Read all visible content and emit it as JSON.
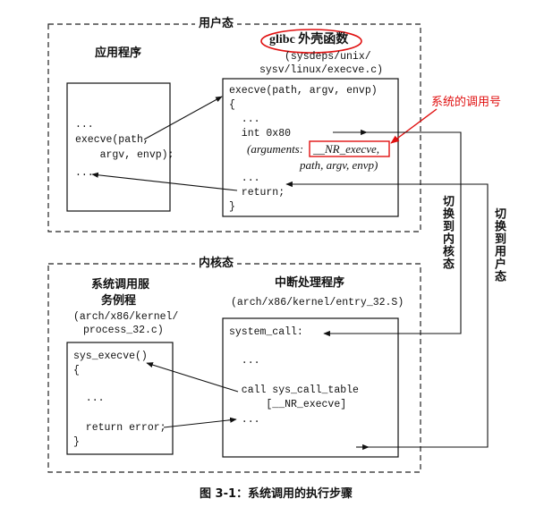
{
  "user_space": {
    "title": "用户态",
    "app_label": "应用程序",
    "glibc_label": "glibc 外壳函数",
    "glibc_path": [
      "(sysdeps/unix/",
      "sysv/linux/execve.c)"
    ],
    "app_code": [
      "...",
      "execve(path,",
      "    argv, envp);",
      "..."
    ],
    "wrapper_code": {
      "l1": "execve(path, argv, envp)",
      "l2": "{",
      "l3": "  ...",
      "l4": "  int 0x80",
      "l5a": "(arguments: ",
      "l5b": "__NR_execve,",
      "l6": "path, argv, envp)",
      "l7": "  ...",
      "l8": "  return;",
      "l9": "}"
    }
  },
  "syscall_number_label": "系统的调用号",
  "switch_to_kernel": "切换到内核态",
  "switch_to_user": "切换到用户态",
  "kernel_space": {
    "title": "内核态",
    "service_label": [
      "系统调用服",
      "务例程"
    ],
    "service_path": [
      "(arch/x86/kernel/",
      "process_32.c)"
    ],
    "handler_label": "中断处理程序",
    "handler_path": "(arch/x86/kernel/entry_32.S)",
    "service_code": [
      "sys_execve()",
      "{",
      "  ...",
      "",
      "  return error;",
      "}"
    ],
    "handler_code": [
      "system_call:",
      "",
      "  ...",
      "  call sys_call_table",
      "      [__NR_execve]",
      "",
      "  ..."
    ]
  },
  "caption": "图 3-1：系统调用的执行步骤"
}
